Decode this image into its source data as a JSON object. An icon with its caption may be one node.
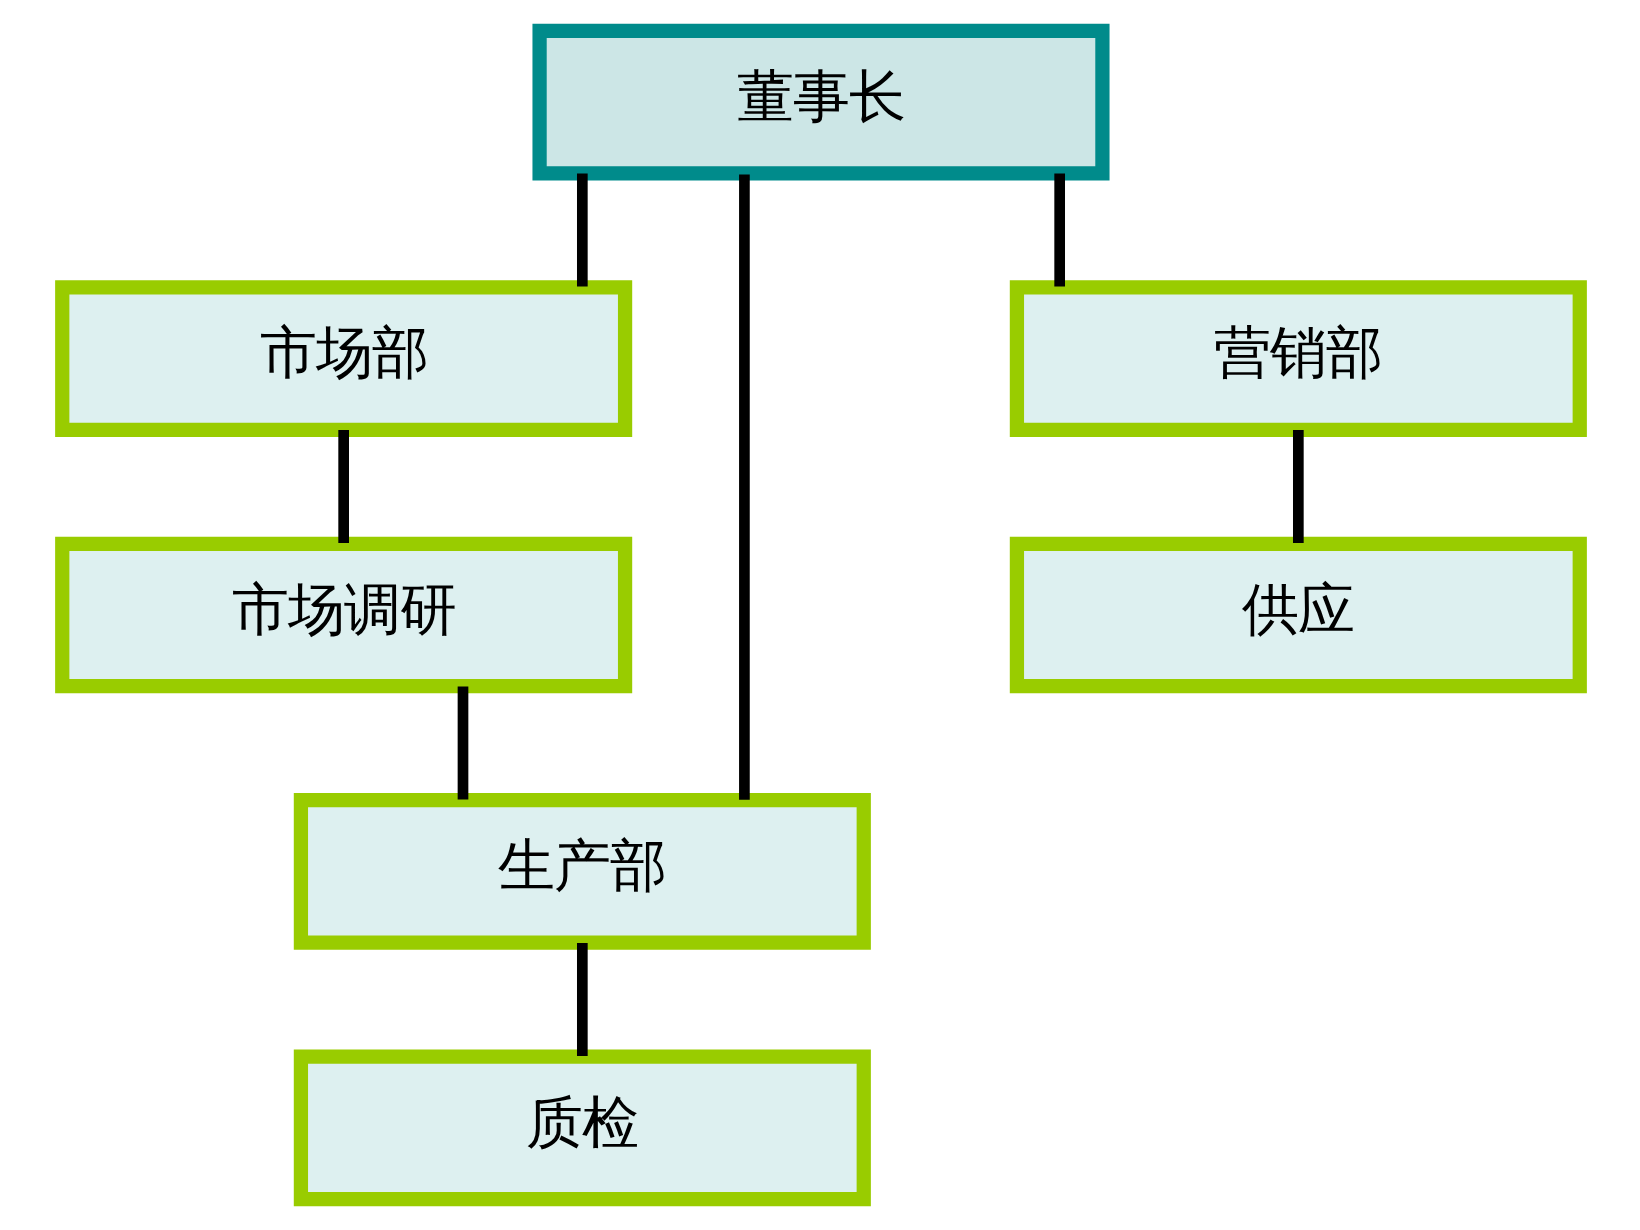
{
  "diagram": {
    "nodes": [
      {
        "text": [
          "董事长"
        ]
      },
      {
        "text": [
          "市场部"
        ]
      },
      {
        "text": [
          "市场调研"
        ]
      },
      {
        "text": [
          "生产部"
        ]
      },
      {
        "text": [
          "质检"
        ]
      },
      {
        "text": [
          "营销部"
        ]
      },
      {
        "text": [
          "供应"
        ]
      }
    ],
    "edges": [
      {
        "from": 0,
        "to": 1,
        "arrow": "none"
      },
      {
        "from": 0,
        "to": 5,
        "arrow": "none"
      },
      {
        "from": 1,
        "to": 2,
        "arrow": "none"
      },
      {
        "from": 2,
        "to": 3,
        "arrow": "none"
      },
      {
        "from": 0,
        "to": 3,
        "arrow": "none"
      },
      {
        "from": 3,
        "to": 4,
        "arrow": "none"
      },
      {
        "from": 5,
        "to": 6,
        "arrow": "none"
      }
    ]
  }
}
